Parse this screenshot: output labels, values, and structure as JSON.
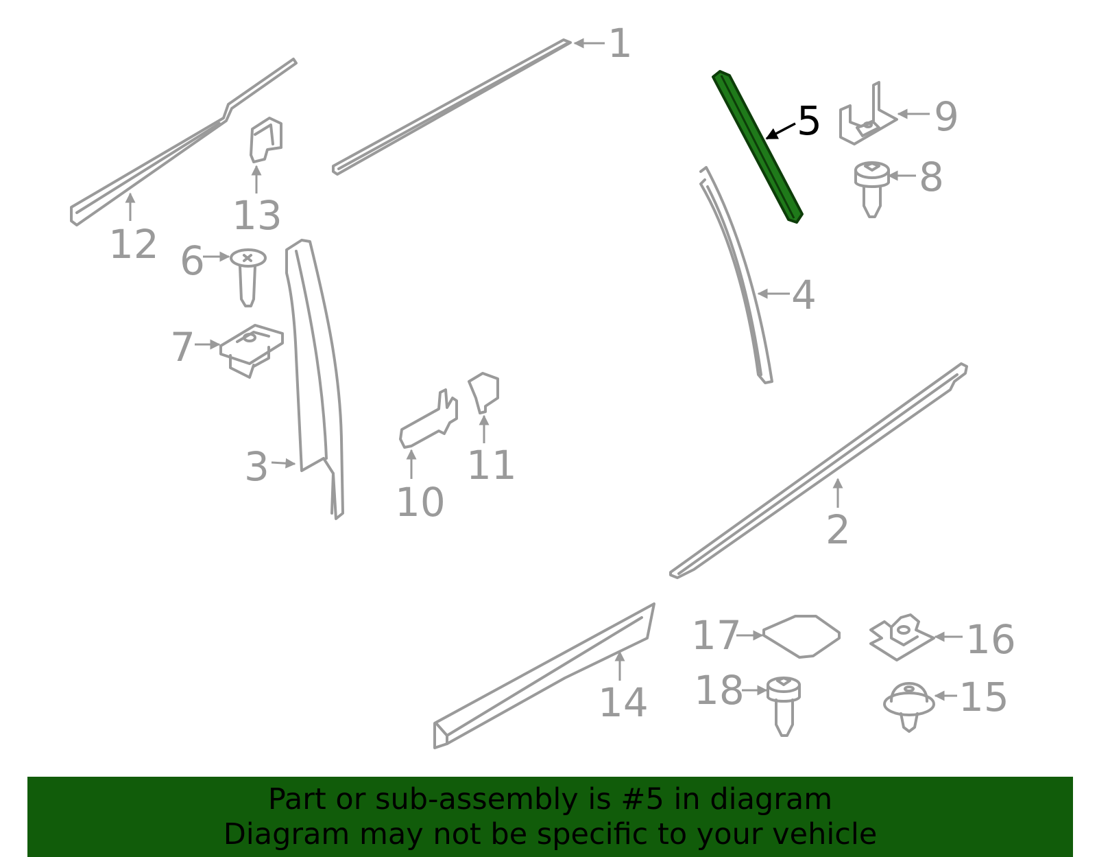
{
  "diagram": {
    "highlighted_part": "5",
    "colors": {
      "part_stroke": "#9a9a9a",
      "highlight_fill": "#1f7a1a",
      "highlight_stroke": "#0d3d09",
      "banner_bg": "#115c0a",
      "banner_text": "#000000"
    },
    "callouts": [
      {
        "number": "1"
      },
      {
        "number": "2"
      },
      {
        "number": "3"
      },
      {
        "number": "4"
      },
      {
        "number": "5"
      },
      {
        "number": "6"
      },
      {
        "number": "7"
      },
      {
        "number": "8"
      },
      {
        "number": "9"
      },
      {
        "number": "10"
      },
      {
        "number": "11"
      },
      {
        "number": "12"
      },
      {
        "number": "13"
      },
      {
        "number": "14"
      },
      {
        "number": "15"
      },
      {
        "number": "16"
      },
      {
        "number": "17"
      },
      {
        "number": "18"
      }
    ]
  },
  "banner": {
    "line1": "Part or sub-assembly is #5 in diagram",
    "line2": "Diagram may not be specific to your vehicle"
  }
}
